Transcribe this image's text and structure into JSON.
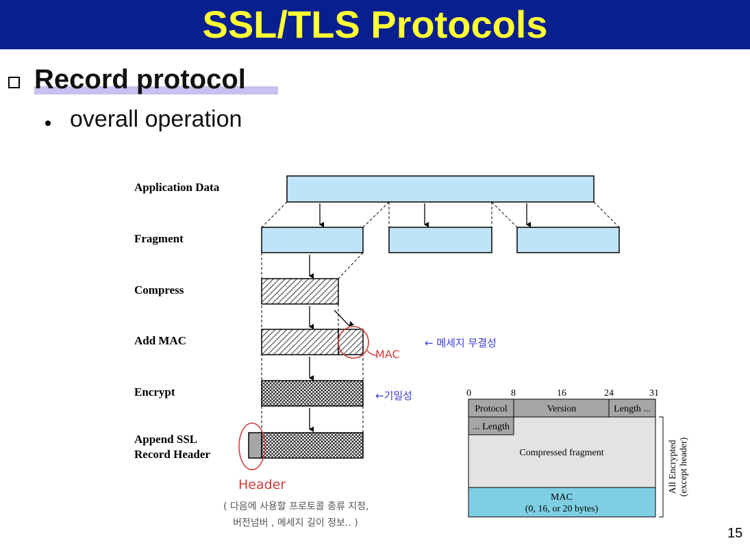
{
  "slide": {
    "title": "SSL/TLS Protocols",
    "heading": "Record protocol",
    "subbullet": "overall operation",
    "page_number": "15"
  },
  "diagram": {
    "stages": [
      "Application Data",
      "Fragment",
      "Compress",
      "Add MAC",
      "Encrypt",
      "Append SSL",
      "Record Header"
    ],
    "annotations": {
      "mac": "MAC",
      "integrity": "← 메세지 무결성",
      "confidentiality": "←기밀성",
      "header": "Header",
      "header_note_1": "( 다음에 사용할 프로토콜 종류 지정,",
      "header_note_2": "버전넘버 , 메세지 길이 정보.. )"
    },
    "record_format": {
      "bits": [
        "0",
        "8",
        "16",
        "24",
        "31"
      ],
      "protocol": "Protocol",
      "version": "Version",
      "length_a": "Length ...",
      "length_b": "... Length",
      "compressed": "Compressed fragment",
      "mac": "MAC",
      "mac_sizes": "(0, 16, or 20 bytes)",
      "side_1": "All Encrypted",
      "side_2": "(except header)"
    }
  },
  "colors": {
    "title_bg": "#0a1f8f",
    "title_fg": "#ffff33",
    "box_fill": "#bfe3f8",
    "mac_field": "#7fcfe3",
    "header_field": "#a6a6a6",
    "annotation_blue": "#3b3bd6",
    "annotation_red": "#d23b3b"
  }
}
